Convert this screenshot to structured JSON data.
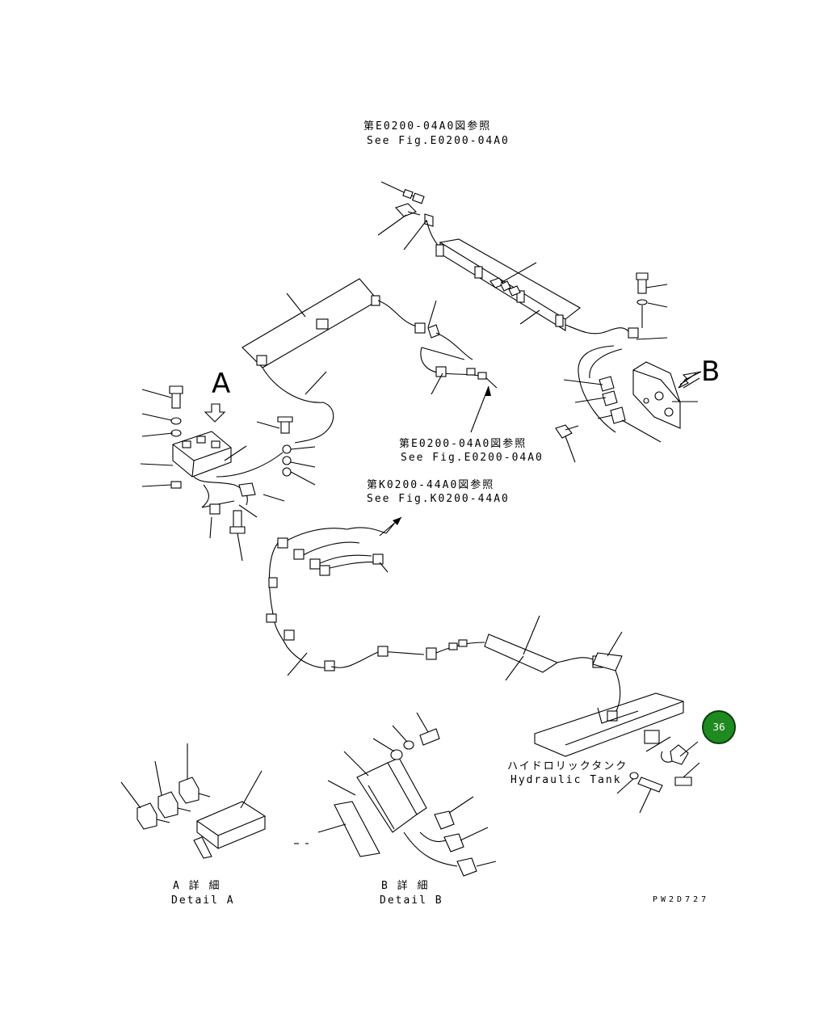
{
  "references": {
    "top": {
      "jp": "第E0200-04A0図参照",
      "en": "See Fig.E0200-04A0"
    },
    "middle": {
      "jp": "第E0200-04A0図参照",
      "en": "See Fig.E0200-04A0"
    },
    "lower": {
      "jp": "第K0200-44A0図参照",
      "en": "See Fig.K0200-44A0"
    }
  },
  "view_markers": {
    "a": "A",
    "b": "B"
  },
  "labels": {
    "tank_jp": "ハイドロリックタンク",
    "tank_en": "Hydraulic Tank",
    "detail_a_jp": "A 詳 細",
    "detail_a_en": "Detail A",
    "detail_b_jp": "B 詳 細",
    "detail_b_en": "Detail B"
  },
  "drawing_code": "PW2D727",
  "callout": {
    "number": "36",
    "color": "#1f8a1f"
  }
}
